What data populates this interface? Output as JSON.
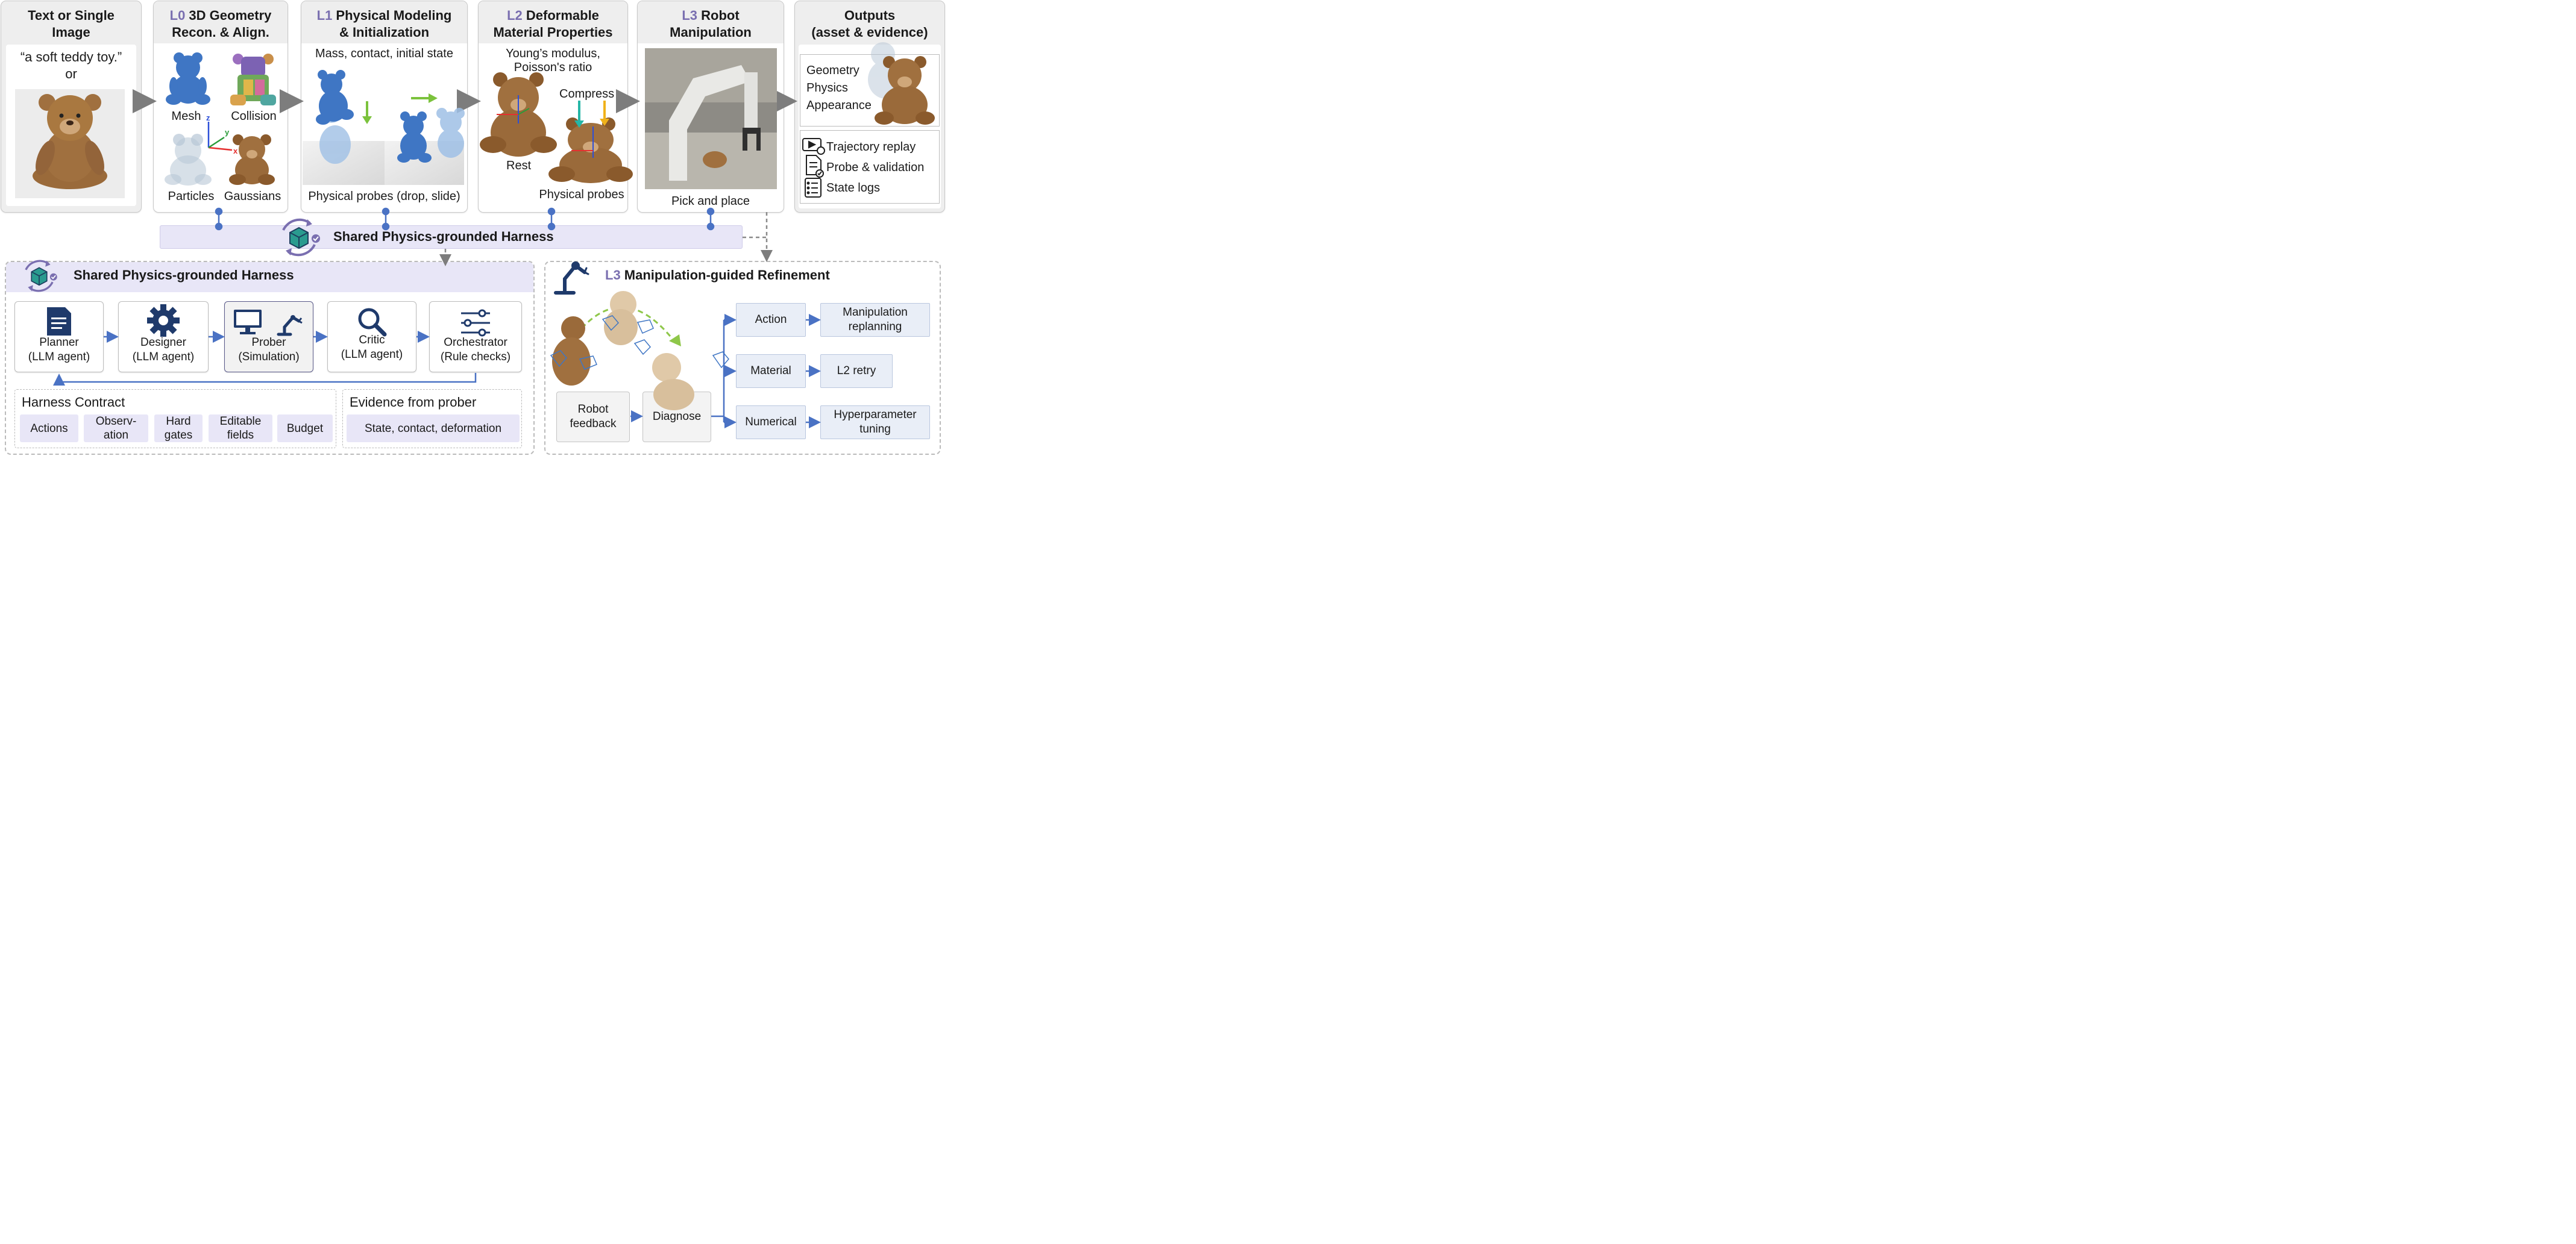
{
  "top": {
    "input": {
      "title": "Text or Single Image",
      "title_l1": "Text or Single",
      "title_l2": "Image",
      "prompt": "“a soft teddy toy.”",
      "or": "or"
    },
    "l0": {
      "level": "L0",
      "title_l1": " 3D Geometry",
      "title_l2": "Recon. & Align.",
      "mesh": "Mesh",
      "collision": "Collision",
      "particles": "Particles",
      "gaussians": "Gaussians",
      "axis_x": "x",
      "axis_y": "y",
      "axis_z": "z"
    },
    "l1": {
      "level": "L1",
      "title_l1": " Physical Modeling",
      "title_l2": "& Initialization",
      "subtitle": "Mass, contact, initial state",
      "caption": "Physical probes (drop, slide)"
    },
    "l2": {
      "level": "L2",
      "title_l1": " Deformable",
      "title_l2": "Material Properties",
      "sub_l1": "Young’s modulus,",
      "sub_l2": "Poisson's ratio",
      "compress": "Compress",
      "rest": "Rest",
      "caption": "Physical probes"
    },
    "l3": {
      "level": "L3",
      "title_l1": " Robot",
      "title_l2": "Manipulation",
      "caption": "Pick and place"
    },
    "outputs": {
      "title_l1": "Outputs",
      "title_l2": "(asset & evidence)",
      "geometry": "Geometry",
      "physics": "Physics",
      "appearance": "Appearance",
      "items": [
        "Trajectory replay",
        "Probe & validation",
        "State logs"
      ]
    }
  },
  "harness_bar": {
    "label": "Shared Physics-grounded Harness"
  },
  "harness_panel": {
    "title": "Shared Physics-grounded Harness",
    "agents": [
      {
        "l1": "Planner",
        "l2": "(LLM agent)",
        "icon": "document-icon"
      },
      {
        "l1": "Designer",
        "l2": "(LLM agent)",
        "icon": "gear-icon"
      },
      {
        "l1": "Prober",
        "l2": "(Simulation)",
        "icon": "monitor-robot-icon"
      },
      {
        "l1": "Critic",
        "l2": "(LLM agent)",
        "icon": "magnifier-icon"
      },
      {
        "l1": "Orchestrator",
        "l2": "(Rule checks)",
        "icon": "sliders-icon"
      }
    ],
    "contract": {
      "title": "Harness Contract",
      "chips": [
        {
          "l1": "Actions",
          "l2": ""
        },
        {
          "l1": "Observ-",
          "l2": "ation"
        },
        {
          "l1": "Hard",
          "l2": "gates"
        },
        {
          "l1": "Editable",
          "l2": "fields"
        },
        {
          "l1": "Budget",
          "l2": ""
        }
      ]
    },
    "evidence": {
      "title": "Evidence from prober",
      "chip": "State, contact, deformation"
    }
  },
  "refine_panel": {
    "level": "L3",
    "title": " Manipulation-guided Refinement",
    "robot_feedback_l1": "Robot",
    "robot_feedback_l2": "feedback",
    "diagnose": "Diagnose",
    "branches": [
      {
        "cause": "Action",
        "fix_l1": "Manipulation",
        "fix_l2": "replanning"
      },
      {
        "cause": "Material",
        "fix_l1": "L2 retry",
        "fix_l2": ""
      },
      {
        "cause": "Numerical",
        "fix_l1": "Hyperparameter",
        "fix_l2": "tuning"
      }
    ]
  },
  "colors": {
    "accent_purple": "#7a6fb0",
    "arrow_blue": "#4a72c4",
    "navy_icon": "#1f3a6b",
    "chip_purple": "#e8e6f7",
    "box_blue": "#e9eef7",
    "teddy_brown": "#a0703f",
    "mesh_blue": "#3f76c4",
    "green": "#7bc23c"
  }
}
